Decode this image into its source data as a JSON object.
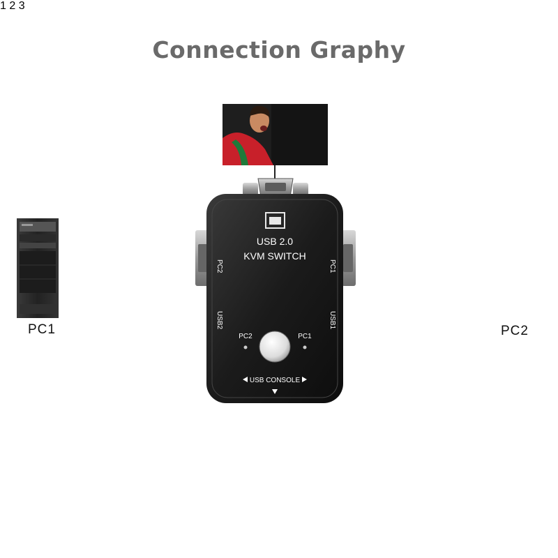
{
  "title": "Connection Graphy",
  "labels": {
    "pc1": "PC1",
    "pc2": "PC2"
  },
  "kvm": {
    "line1": "USB 2.0",
    "line2": "KVM SWITCH",
    "port_pc2": "PC2",
    "port_pc1": "PC1",
    "port_usb2": "USB2",
    "port_usb1": "USB1",
    "led_pc2": "PC2",
    "led_pc1": "PC1",
    "console": "USB CONSOLE"
  },
  "badges": [
    "1",
    "2",
    "3"
  ]
}
